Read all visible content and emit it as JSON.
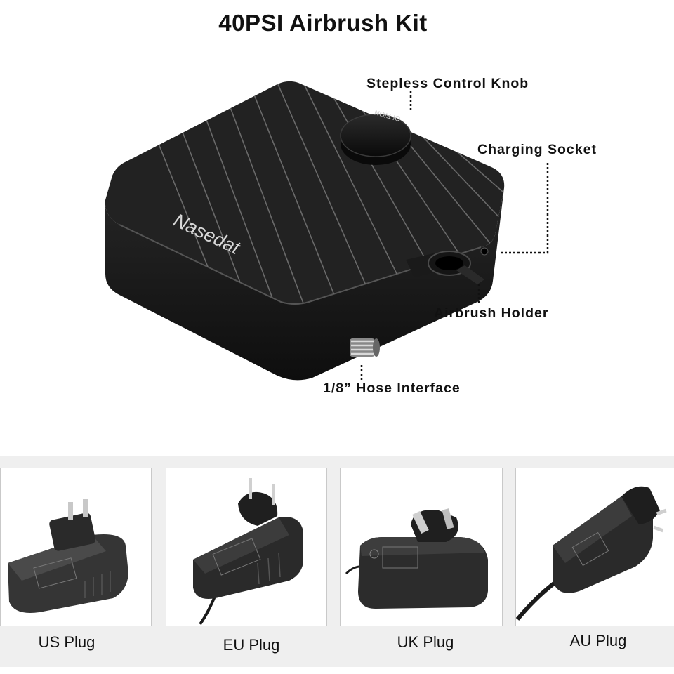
{
  "title": "40PSI Airbrush Kit",
  "device": {
    "brand": "Nasedat",
    "knob_marking": "OFF/ON"
  },
  "callouts": {
    "knob": "Stepless Control Knob",
    "charging": "Charging Socket",
    "holder": "Airbrush Holder",
    "hose": "1/8” Hose Interface"
  },
  "plugs": [
    {
      "label": "US Plug",
      "icon": "us-plug-adapter"
    },
    {
      "label": "EU Plug",
      "icon": "eu-plug-adapter"
    },
    {
      "label": "UK Plug",
      "icon": "uk-plug-adapter"
    },
    {
      "label": "AU Plug",
      "icon": "au-plug-adapter"
    }
  ],
  "colors": {
    "device_body": "#1b1b1b",
    "device_top": "#2a2a2a",
    "adapter": "#2b2b2b",
    "strip_background": "#efefef"
  }
}
